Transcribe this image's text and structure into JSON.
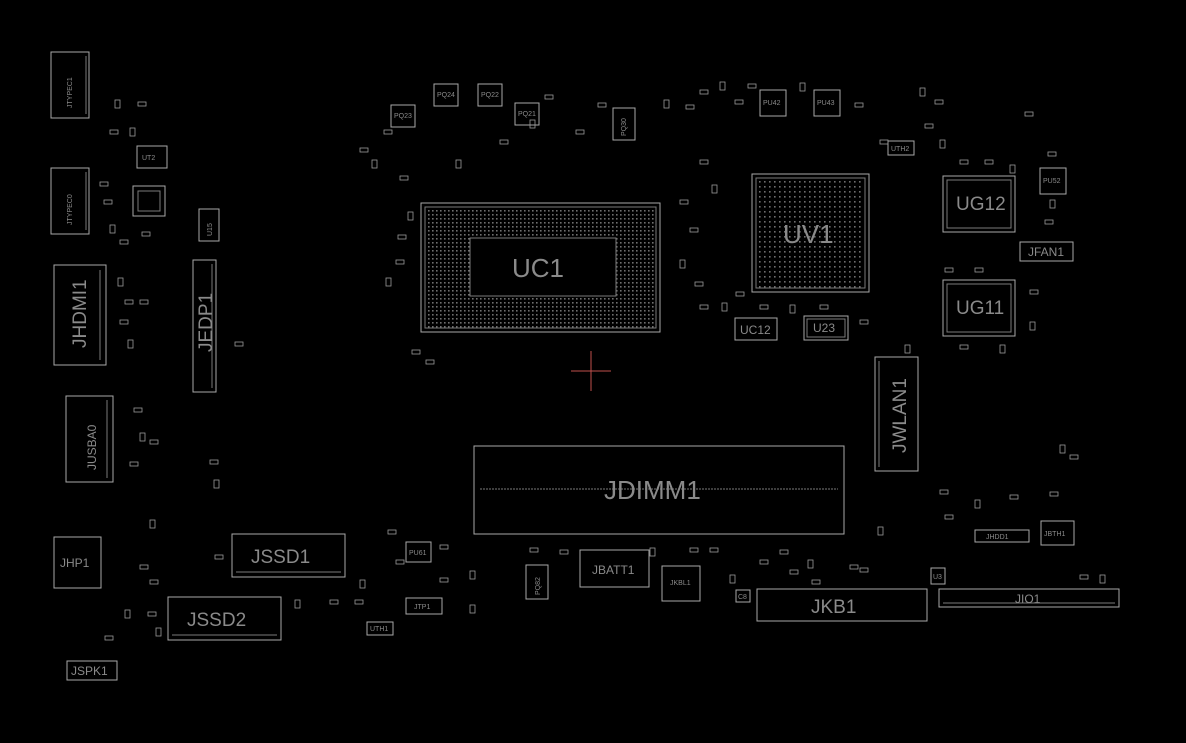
{
  "colors": {
    "background": "#000000",
    "outline": "#a8a8a8",
    "label": "#8a8a8a",
    "crosshair": "#c0504d"
  },
  "components": {
    "jtypec1": "JTYPEC1",
    "jtypec0": "JTYPEC0",
    "ut2": "UT2",
    "u15": "U15",
    "jhdmi1": "JHDMI1",
    "jedp1": "JEDP1",
    "jusba0": "JUSBA0",
    "jhp1": "JHP1",
    "jssd1": "JSSD1",
    "jssd2": "JSSD2",
    "jspk1": "JSPK1",
    "uc1": "UC1",
    "uv1": "UV1",
    "ug12": "UG12",
    "ug11": "UG11",
    "jfan1": "JFAN1",
    "uc12": "UC12",
    "u23": "U23",
    "jwlan1": "JWLAN1",
    "jdimm1": "JDIMM1",
    "jbatt1": "JBATT1",
    "jkbl1": "JKBL1",
    "jkb1": "JKB1",
    "jio1": "JIO1",
    "jhdd1": "JHDD1",
    "jbth1": "JBTH1",
    "jtp1": "JTP1",
    "pu61": "PU61",
    "uth1": "UTH1",
    "pq24": "PQ24",
    "pq23": "PQ23",
    "pq22": "PQ22",
    "pq21": "PQ21",
    "pq30": "PQ30",
    "pu42": "PU42",
    "pu43": "PU43",
    "pu52": "PU52",
    "uth2": "UTH2",
    "pq82": "PQ82",
    "u3": "U3",
    "c8": "C8"
  }
}
